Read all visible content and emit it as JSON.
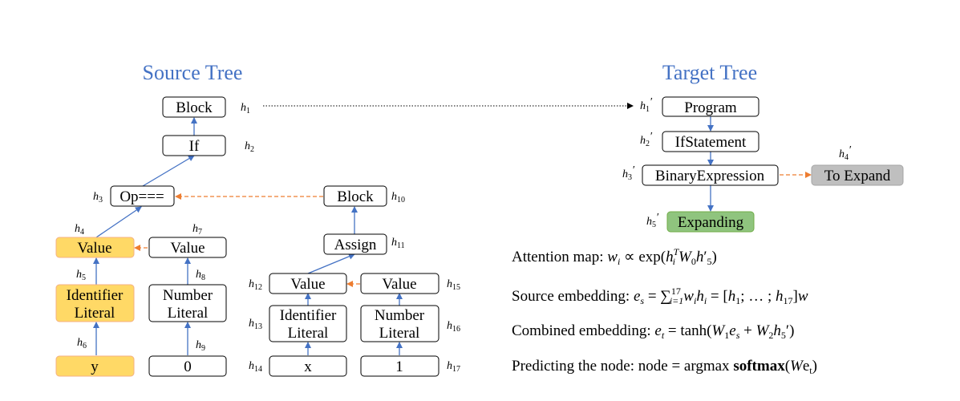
{
  "source": {
    "title": "Source Tree",
    "nodes": {
      "block": "Block",
      "if": "If",
      "op": "Op===",
      "value_left": "Value",
      "value_mid": "Value",
      "identifier_literal_1": "Identifier",
      "identifier_literal_2": "Literal",
      "number_literal_1": "Number",
      "number_literal_2": "Literal",
      "y": "y",
      "zero": "0",
      "block2": "Block",
      "assign": "Assign",
      "value_a": "Value",
      "value_b": "Value",
      "identifier_literal_b1": "Identifier",
      "identifier_literal_b2": "Literal",
      "number_literal_b1": "Number",
      "number_literal_b2": "Literal",
      "x": "x",
      "one": "1"
    },
    "labels": {
      "h": "h",
      "h1": "1",
      "h2": "2",
      "h3": "3",
      "h4": "4",
      "h5": "5",
      "h6": "6",
      "h7": "7",
      "h8": "8",
      "h9": "9",
      "h10": "10",
      "h11": "11",
      "h12": "12",
      "h13": "13",
      "h14": "14",
      "h15": "15",
      "h16": "16",
      "h17": "17",
      "prime": "′"
    }
  },
  "target": {
    "title": "Target Tree",
    "nodes": {
      "program": "Program",
      "ifstatement": "IfStatement",
      "binaryexpression": "BinaryExpression",
      "to_expand": "To Expand",
      "expanding": "Expanding"
    },
    "labels": {
      "h1": "1",
      "h2": "2",
      "h3": "3",
      "h4": "4",
      "h5": "5"
    }
  },
  "formulas": {
    "attention": {
      "lead": "Attention map: ",
      "w": "w",
      "i": "i",
      "propto": " ∝ exp(",
      "h": "h",
      "T": "T",
      "W": "W",
      "zero": "0",
      "five": "5",
      "prime": "′",
      "close": ")"
    },
    "source_embedding": {
      "lead": "Source embedding: ",
      "e": "e",
      "s": "s",
      "eq": " = ",
      "sum": "∑",
      "lower": "i=1",
      "upper": "17",
      "bracket_open": " = [",
      "one": "1",
      "sep": "; … ; ",
      "seventeen": "17",
      "bracket_close": "]"
    },
    "combined_embedding": {
      "lead": "Combined embedding: ",
      "e": "e",
      "t": "t",
      "eq": " = tanh(",
      "W": "W",
      "one": "1",
      "plus": " + ",
      "two": "2",
      "five": "5",
      "prime": "′",
      "close": ")"
    },
    "predicting": {
      "lead": "Predicting the node: node = argmax ",
      "softmax": "softmax",
      "open": "(",
      "W": "W",
      "e": "e",
      "t": "t",
      "close": ")"
    }
  },
  "colors": {
    "title": "#4472C4",
    "edge": "#4472C4",
    "attention_edge": "#ED7D31",
    "highlight_fill": "#FFD966",
    "highlight_stroke": "#F4B183",
    "expanding_fill": "#8FC47E",
    "expanding_stroke": "#70AD47",
    "to_expand_fill": "#BFBFBF",
    "to_expand_stroke": "#A6A6A6"
  }
}
